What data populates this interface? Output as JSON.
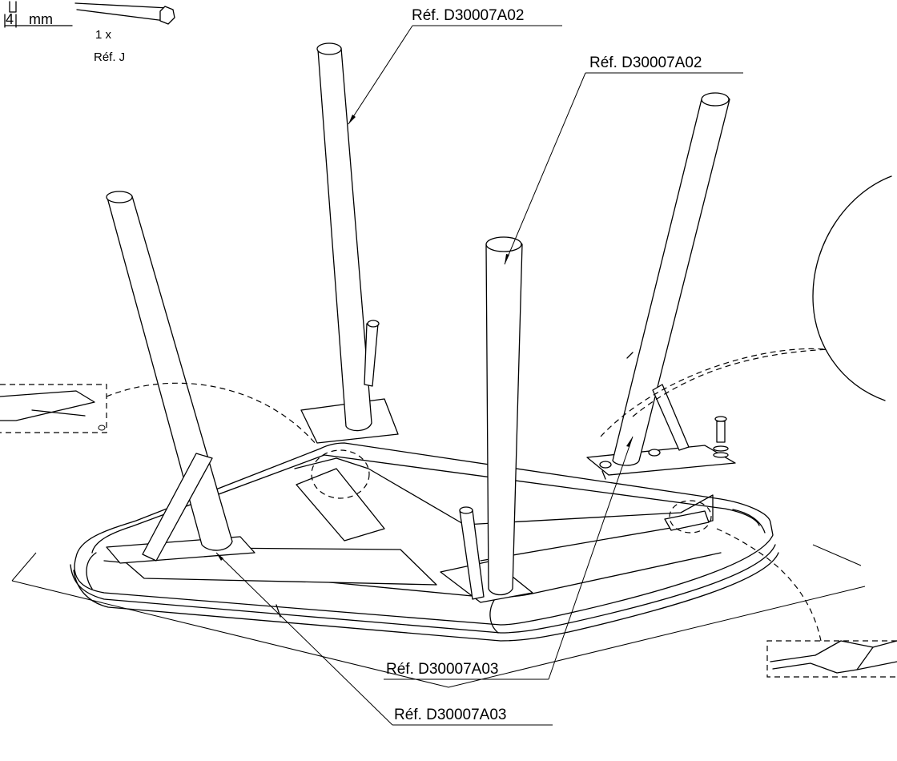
{
  "references": {
    "top_leg": "Réf. D30007A02",
    "right_leg": "Réf. D30007A02",
    "lower_mid": "Réf. D30007A03",
    "lower_bottom": "Réf. D30007A03"
  },
  "tool": {
    "size": "4",
    "unit": "mm",
    "quantity": "1 x",
    "ref": "Réf. J"
  }
}
